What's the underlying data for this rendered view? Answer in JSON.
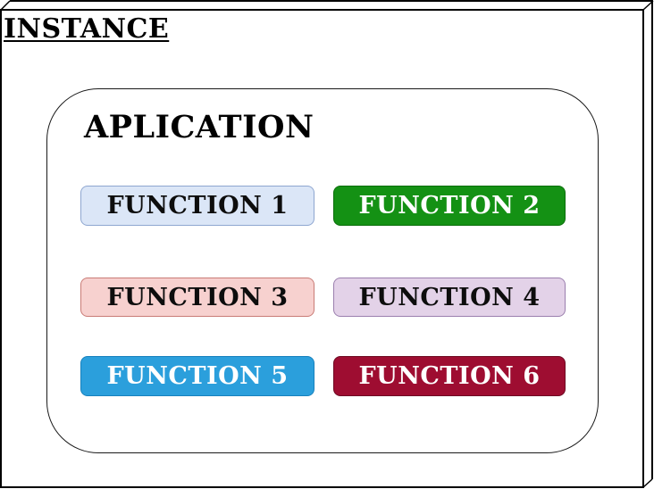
{
  "instance": {
    "title": "INSTANCE"
  },
  "application": {
    "title": "APLICATION",
    "functions": [
      {
        "label": "FUNCTION 1",
        "bg": "#dbe6f7",
        "border": "#8ea6d0",
        "text_color": "#0d0d0d"
      },
      {
        "label": "FUNCTION 2",
        "bg": "#149114",
        "border": "#0b6e0b",
        "text_color": "#ffffff"
      },
      {
        "label": "FUNCTION 3",
        "bg": "#f7d1cf",
        "border": "#c97b76",
        "text_color": "#0d0d0d"
      },
      {
        "label": "FUNCTION 4",
        "bg": "#e3d2e8",
        "border": "#9b7fae",
        "text_color": "#0d0d0d"
      },
      {
        "label": "FUNCTION 5",
        "bg": "#2b9fdc",
        "border": "#1781bd",
        "text_color": "#ffffff"
      },
      {
        "label": "FUNCTION 6",
        "bg": "#9e0d31",
        "border": "#6e0a22",
        "text_color": "#ffffff"
      }
    ]
  },
  "frame": {
    "line_color": "#000000"
  }
}
